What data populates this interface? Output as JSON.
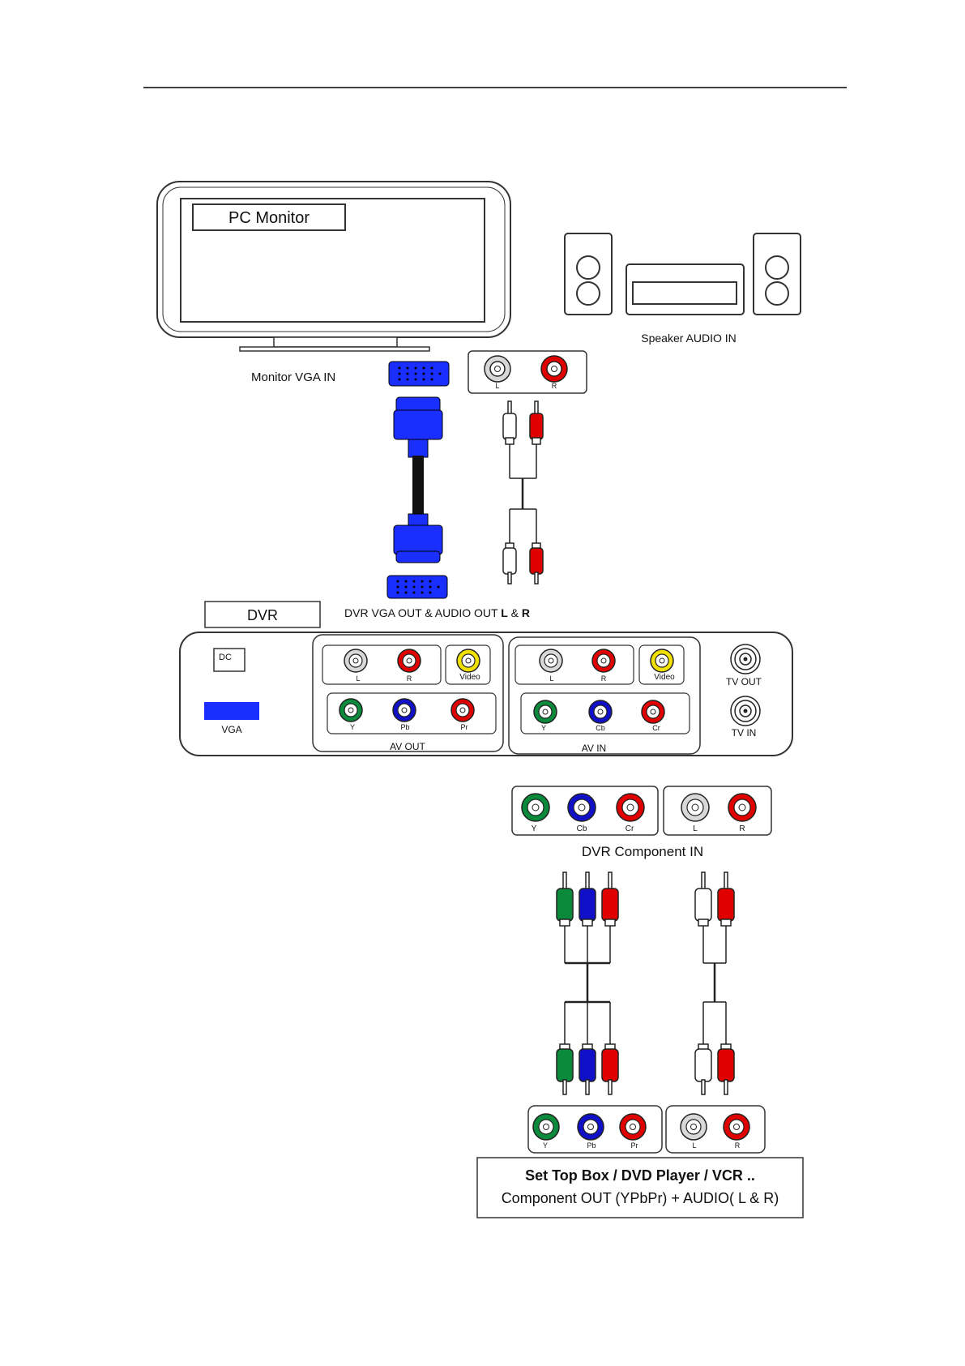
{
  "monitor": {
    "title": "PC Monitor",
    "vga_label": "Monitor VGA IN"
  },
  "speaker": {
    "label": "Speaker AUDIO  IN",
    "jacks": [
      "L",
      "R"
    ]
  },
  "dvr": {
    "title": "DVR",
    "out_caption_prefix": "DVR VGA OUT & AUDIO OUT ",
    "out_caption_l": "L",
    "out_caption_amp": " & ",
    "out_caption_r": "R",
    "dc_label": "DC",
    "vga_label": "VGA",
    "av_out": {
      "label": "AV OUT",
      "audio": [
        "L",
        "R"
      ],
      "video": "Video",
      "component": [
        "Y",
        "Pb",
        "Pr"
      ]
    },
    "av_in": {
      "label": "AV IN",
      "audio": [
        "L",
        "R"
      ],
      "video": "Video",
      "component": [
        "Y",
        "Cb",
        "Cr"
      ]
    },
    "tv_out": "TV OUT",
    "tv_in": "TV IN"
  },
  "component_in": {
    "label": "DVR Component IN",
    "video": [
      "Y",
      "Cb",
      "Cr"
    ],
    "audio": [
      "L",
      "R"
    ]
  },
  "source": {
    "video": [
      "Y",
      "Pb",
      "Pr"
    ],
    "audio": [
      "L",
      "R"
    ],
    "title": "Set Top Box / DVD Player / VCR ..",
    "subtitle": "Component OUT (YPbPr) + AUDIO( L & R)"
  },
  "colors": {
    "white_jack": "#d8d8d8",
    "red_jack": "#e00000",
    "yellow_jack": "#f0e000",
    "green_jack": "#0a8a3a",
    "blue_jack": "#1010c8",
    "vga_blue": "#1a2eff"
  }
}
